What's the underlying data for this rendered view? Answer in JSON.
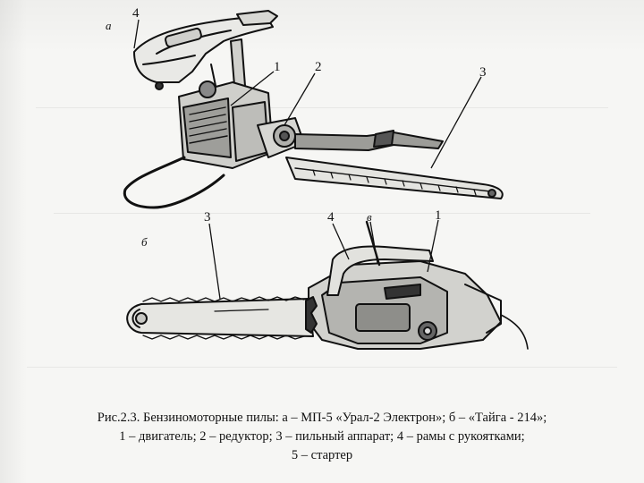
{
  "figure": {
    "labels_a": {
      "variant": "а",
      "n1": "1",
      "n2": "2",
      "n3": "3",
      "n4": "4"
    },
    "labels_b": {
      "variant": "б",
      "n1": "1",
      "n3": "3",
      "n4": "4",
      "n5": "в"
    }
  },
  "caption": {
    "line1": "Рис.2.3. Бензиномоторные пилы: а – МП-5 «Урал-2 Электрон»; б – «Тайга - 214»;",
    "line2": "1 – двигатель; 2 – редуктор; 3 – пильный аппарат; 4 – рамы с рукоятками;",
    "line3": "5 – стартер"
  }
}
